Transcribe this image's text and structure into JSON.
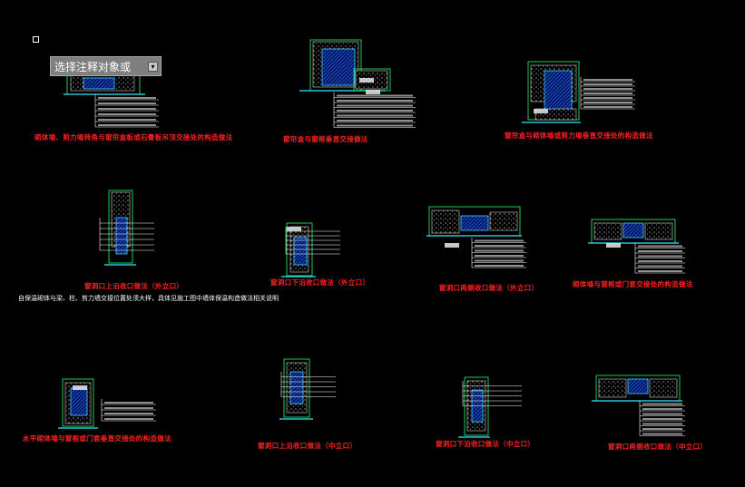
{
  "tooltip": {
    "text": "选择注释对象或",
    "dropdown_icon": "chevron-down-icon"
  },
  "titles": [
    "砌体墙、剪力墙转角与窗帘盒板或石膏板吊顶交接处的构造做法",
    "窗帘盒与窗框垂直交接做法",
    "窗帘盒与砌体墙或剪力墙垂直交接处的构造做法",
    "窗洞口上沿收口做法（外立口）",
    "窗洞口下沿收口做法（外立口）",
    "窗洞口两侧收口做法（外立口）",
    "砌体墙与窗框或门套交接处的构造做法",
    "窗洞口上沿收口做法（中立口）",
    "窗洞口下沿收口做法（中立口）",
    "窗洞口两侧收口做法（中立口）",
    "水平砌体墙与窗框或门套垂直交接处的构造做法"
  ],
  "note": "自保温砌体与梁、柱、剪力墙交接位置处须大样，具体见施工图中墙体保温构造做法相关说明"
}
